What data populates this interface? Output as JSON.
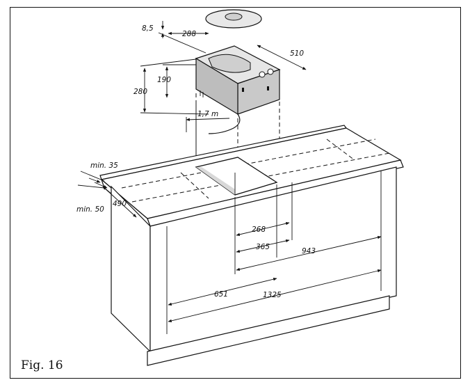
{
  "figure": {
    "label": "Fig. 16"
  },
  "dimensions": {
    "d8_5": "8,5",
    "d288": "288",
    "d510": "510",
    "d190": "190",
    "d280": "280",
    "cable": "1,7 m",
    "min35": "min. 35",
    "min50": "min. 50",
    "d490": "490",
    "d268": "268",
    "d365": "365",
    "d943": "943",
    "d651": "651",
    "d1325": "1325"
  },
  "colors": {
    "line": "#111111",
    "unit_fill": "#c9c9c9",
    "unit_top": "#e6e6e6"
  }
}
